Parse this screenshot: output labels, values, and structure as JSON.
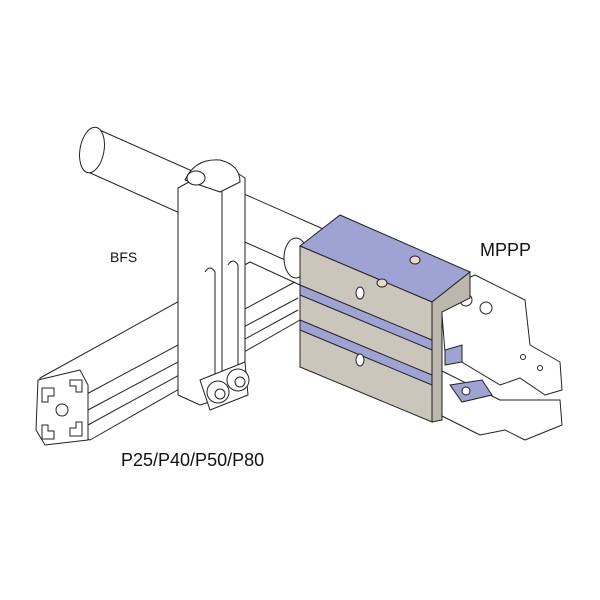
{
  "labels": {
    "clamp": "BFS",
    "gripper": "MPPP",
    "profiles": "P25/P40/P50/P80"
  },
  "colors": {
    "gripper_body": "#cbc6bc",
    "gripper_accent": "#9ea3d4",
    "line": "#222222"
  }
}
